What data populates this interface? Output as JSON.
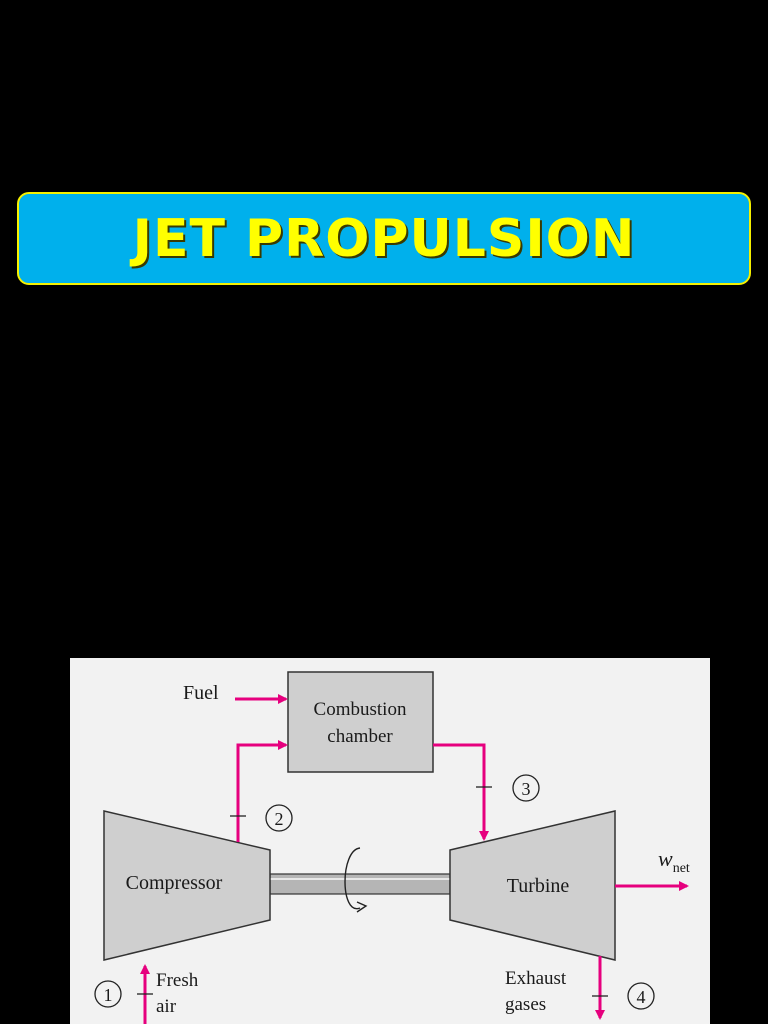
{
  "title": "JET PROPULSION",
  "colors": {
    "background": "#000000",
    "banner_fill": "#00b0ec",
    "banner_border": "#f5f000",
    "title_text": "#ffff00",
    "flow_arrows": "#e6007e",
    "component_fill": "#cfcfcf",
    "diagram_background": "#f2f2f2"
  },
  "diagram": {
    "fuel_label": "Fuel",
    "combustion_chamber_line1": "Combustion",
    "combustion_chamber_line2": "chamber",
    "compressor_label": "Compressor",
    "turbine_label": "Turbine",
    "work_label_main": "w",
    "work_label_sub": "net",
    "fresh_air_line1": "Fresh",
    "fresh_air_line2": "air",
    "exhaust_line1": "Exhaust",
    "exhaust_line2": "gases",
    "state_1": "1",
    "state_2": "2",
    "state_3": "3",
    "state_4": "4"
  }
}
